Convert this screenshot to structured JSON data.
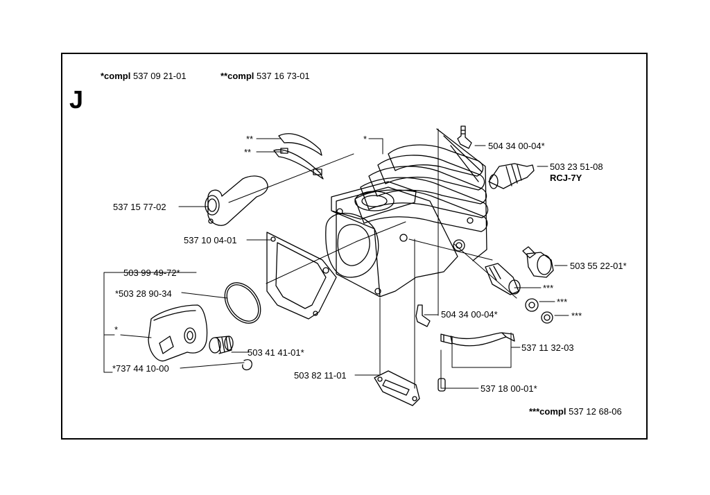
{
  "header": {
    "compl1_prefix": "*compl",
    "compl1_number": "537 09 21-01",
    "compl2_prefix": "**compl",
    "compl2_number": "537 16 73-01",
    "section_letter": "J"
  },
  "footer": {
    "compl3_prefix": "***compl",
    "compl3_number": "537 12 68-06"
  },
  "labels": {
    "star_top": "*",
    "clamp_a": "**",
    "clamp_b": "**",
    "intake": "537 15 77-02",
    "gasket_top": "537 10 04-01",
    "piston_kit": "503 99 49-72*",
    "ring": "*503 28 90-34",
    "piston": "*",
    "bearing": "503 41 41-01*",
    "circlip": "*737 44 10-00",
    "base_gasket": "503 82 11-01",
    "nipple_top": "504 34 00-04*",
    "spark_plug": "503 23 51-08",
    "spark_plug_type": "RCJ-7Y",
    "plug": "503 55 22-01*",
    "decomp_a": "***",
    "decomp_b": "***",
    "decomp_c": "***",
    "nipple_low": "504 34 00-04*",
    "hose": "537 11 32-03",
    "filter": "537 18 00-01*"
  },
  "colors": {
    "ink": "#000000",
    "paper": "#ffffff"
  }
}
